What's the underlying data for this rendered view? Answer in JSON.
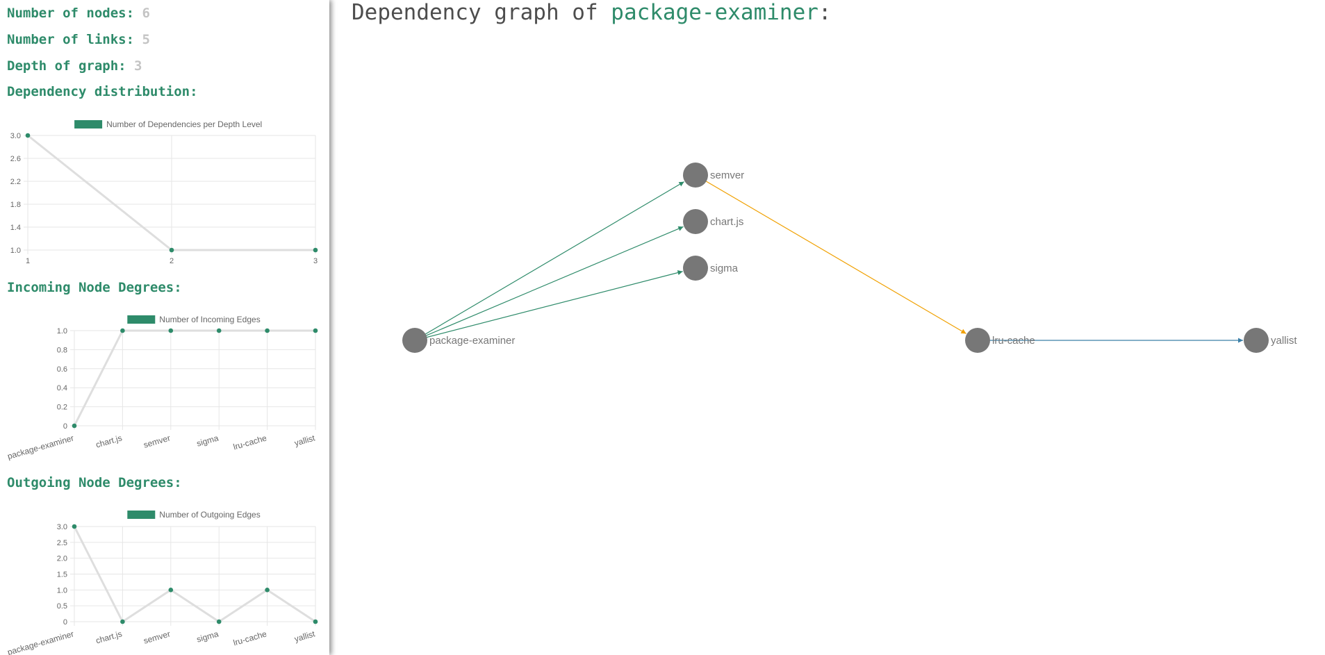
{
  "sidebar": {
    "nodes_label": "Number of nodes:",
    "nodes_value": "6",
    "links_label": "Number of links:",
    "links_value": "5",
    "depth_label": "Depth of graph:",
    "depth_value": "3",
    "distribution_title": "Dependency distribution:",
    "incoming_title": "Incoming Node Degrees:",
    "outgoing_title": "Outgoing Node Degrees:"
  },
  "main": {
    "title_prefix": "Dependency graph of",
    "package_name": "package-examiner",
    "title_suffix": ":"
  },
  "colors": {
    "accent": "#2e8b6a",
    "line": "#dedede",
    "node": "#777777",
    "edge_green": "#2e8b6a",
    "edge_orange": "#f0a000",
    "edge_blue": "#3a7fa8"
  },
  "graph": {
    "nodes": [
      "package-examiner",
      "semver",
      "chart.js",
      "sigma",
      "lru-cache",
      "yallist"
    ],
    "edges": [
      {
        "from": "package-examiner",
        "to": "semver",
        "color": "#2e8b6a"
      },
      {
        "from": "package-examiner",
        "to": "chart.js",
        "color": "#2e8b6a"
      },
      {
        "from": "package-examiner",
        "to": "sigma",
        "color": "#2e8b6a"
      },
      {
        "from": "semver",
        "to": "lru-cache",
        "color": "#f0a000"
      },
      {
        "from": "lru-cache",
        "to": "yallist",
        "color": "#3a7fa8"
      }
    ]
  },
  "chart_data": [
    {
      "type": "line",
      "legend": "Number of Dependencies per Depth Level",
      "categories": [
        "1",
        "2",
        "3"
      ],
      "values": [
        3,
        1,
        1
      ],
      "yticks": [
        "1.0",
        "1.4",
        "1.8",
        "2.2",
        "2.6",
        "3.0"
      ],
      "ylim": [
        1,
        3
      ],
      "grid": true,
      "legend_position": "top"
    },
    {
      "type": "line",
      "legend": "Number of Incoming Edges",
      "categories": [
        "package-examiner",
        "chart.js",
        "semver",
        "sigma",
        "lru-cache",
        "yallist"
      ],
      "values": [
        0,
        1,
        1,
        1,
        1,
        1
      ],
      "yticks": [
        "0",
        "0.2",
        "0.4",
        "0.6",
        "0.8",
        "1.0"
      ],
      "ylim": [
        0,
        1
      ],
      "grid": true,
      "legend_position": "top"
    },
    {
      "type": "line",
      "legend": "Number of Outgoing Edges",
      "categories": [
        "package-examiner",
        "chart.js",
        "semver",
        "sigma",
        "lru-cache",
        "yallist"
      ],
      "values": [
        3,
        0,
        1,
        0,
        1,
        0
      ],
      "yticks": [
        "0",
        "0.5",
        "1.0",
        "1.5",
        "2.0",
        "2.5",
        "3.0"
      ],
      "ylim": [
        0,
        3
      ],
      "grid": true,
      "legend_position": "top"
    }
  ]
}
